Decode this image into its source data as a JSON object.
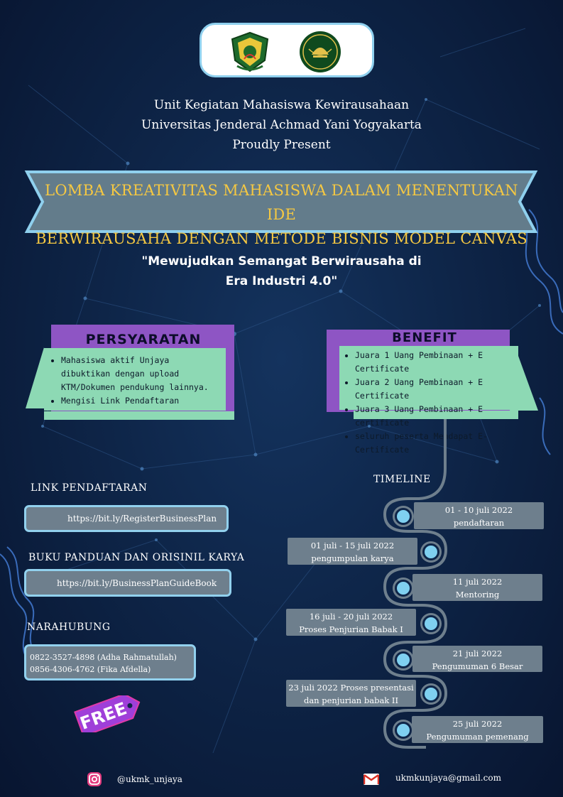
{
  "intro": {
    "line1": "Unit Kegiatan Mahasiswa Kewirausahaan",
    "line2": "Universitas Jenderal Achmad Yani Yogyakarta",
    "line3": "Proudly Present"
  },
  "title": {
    "line1": "LOMBA KREATIVITAS MAHASISWA DALAM MENENTUKAN IDE",
    "line2": "BERWIRAUSAHA DENGAN METODE BISNIS MODEL CANVAS"
  },
  "tagline": {
    "line1": "\"Mewujudkan Semangat Berwirausaha di",
    "line2": "Era Industri 4.0\""
  },
  "persyaratan": {
    "heading": "PERSYARATAN",
    "items": [
      "Mahasiswa aktif Unjaya dibuktikan dengan upload KTM/Dokumen pendukung lainnya.",
      "Mengisi Link Pendaftaran"
    ]
  },
  "benefit": {
    "heading": "BENEFIT",
    "items": [
      "Juara 1 Uang Pembinaan + E Certificate",
      "Juara 2 Uang Pembinaan + E Certificate",
      "Juara 3 Uang Pembinaan + E certificate",
      "seluruh peserta Mendapat E-Certificate"
    ]
  },
  "links": {
    "register_label": "LINK  PENDAFTARAN",
    "register_url": "https://bit.ly/RegisterBusinessPlan",
    "guide_label": "BUKU PANDUAN  DAN ORISINIL KARYA",
    "guide_url": "https://bit.ly/BusinessPlanGuideBook",
    "contact_label": "NARAHUBUNG",
    "contact1": "0822-3527-4898 (Adha Rahmatullah)",
    "contact2": "0856-4306-4762 (Fika Afdella)"
  },
  "timeline": {
    "label": "TIMELINE",
    "events": [
      {
        "date": "01 - 10 juli 2022",
        "desc": "pendaftaran"
      },
      {
        "date": "01  juli - 15 juli 2022",
        "desc": "pengumpulan karya"
      },
      {
        "date": "11 juli 2022",
        "desc": "Mentoring"
      },
      {
        "date": "16 juli - 20 juli 2022",
        "desc": "Proses Penjurian Babak I"
      },
      {
        "date": "21 juli 2022",
        "desc": "Pengumuman 6 Besar"
      },
      {
        "date": "23 juli 2022 Proses presentasi",
        "desc": "dan penjurian babak II"
      },
      {
        "date": "25 juli 2022",
        "desc": "Pengumuman pemenang"
      }
    ]
  },
  "badge": {
    "text": "FREE"
  },
  "footer": {
    "instagram_icon": "instagram-icon",
    "instagram": "@ukmk_unjaya",
    "email_icon": "gmail-icon",
    "email": "ukmkunjaya@gmail.com"
  },
  "colors": {
    "background": "#0e2548",
    "title_gold": "#f5c842",
    "banner_slate": "#637c8b",
    "accent_purple": "#8e55c4",
    "accent_mint": "#8dd9b4",
    "pill_slate": "#6e7f8d",
    "pill_border": "#92d1ee"
  }
}
